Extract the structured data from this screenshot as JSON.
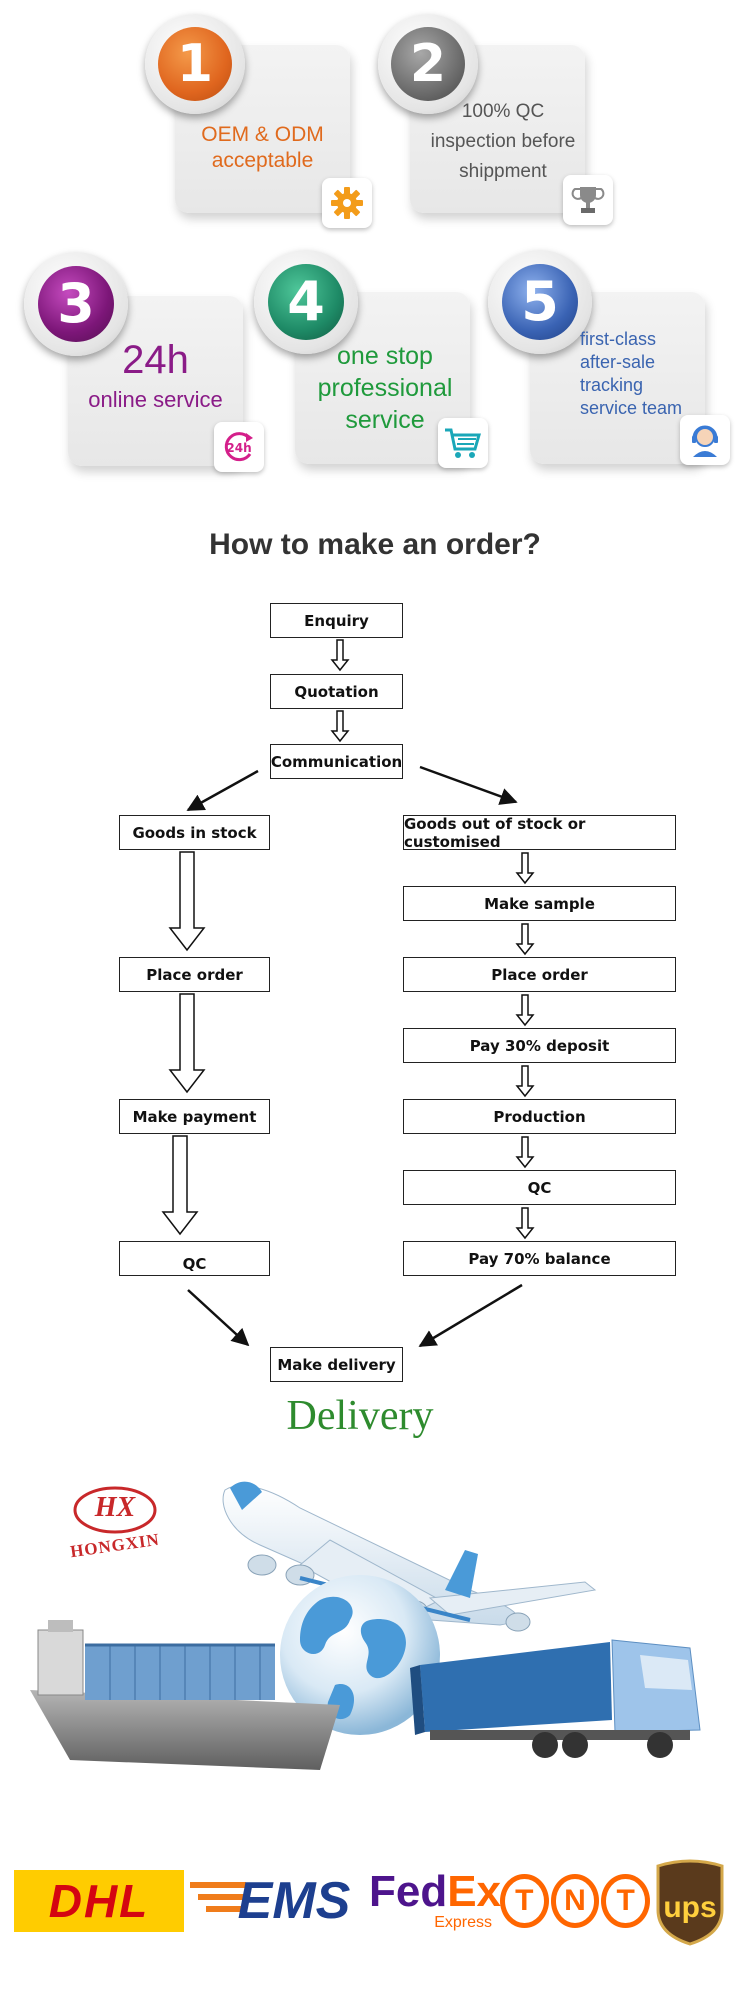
{
  "features": [
    {
      "number": "1",
      "lines": [
        "OEM & ODM",
        "acceptable"
      ],
      "icon": "gear-icon"
    },
    {
      "number": "2",
      "lines": [
        "100% QC",
        "inspection before",
        "shippment"
      ],
      "icon": "trophy-icon"
    },
    {
      "number": "3",
      "big": "24h",
      "lines": [
        "online service"
      ],
      "icon": "24h-icon"
    },
    {
      "number": "4",
      "lines": [
        "one stop",
        "professional",
        "service"
      ],
      "icon": "cart-icon"
    },
    {
      "number": "5",
      "lines": [
        "first-class",
        "after-sale",
        "tracking",
        "service team"
      ],
      "icon": "headset-icon"
    }
  ],
  "flow": {
    "title": "How to make an order?",
    "enquiry": "Enquiry",
    "quotation": "Quotation",
    "communication": "Communication",
    "left": [
      "Goods in stock",
      "Place order",
      "Make payment",
      "QC"
    ],
    "right": [
      "Goods out of stock or customised",
      "Make sample",
      "Place order",
      "Pay 30% deposit",
      "Production",
      "QC",
      "Pay 70% balance"
    ],
    "final": "Make delivery"
  },
  "delivery": {
    "title": "Delivery",
    "brand_initials": "HX",
    "brand_name": "HONGXIN"
  },
  "carriers": {
    "dhl": "DHL",
    "ems": "EMS",
    "fedex_fed": "Fed",
    "fedex_ex": "Ex",
    "fedex_sub": "Express",
    "tnt": [
      "T",
      "N",
      "T"
    ],
    "ups": "ups"
  },
  "colors": {
    "badge1": "#e0661f",
    "badge2": "#6d6d6d",
    "badge3": "#7c1678",
    "badge4": "#1e8a66",
    "badge5": "#3a63b4",
    "text1": "#e06a1d",
    "text2": "#555555",
    "text3": "#8a1b87",
    "text4": "#1f9a3c",
    "text5": "#3a64b0",
    "delivery_green": "#2e8b2e",
    "dhl_yellow": "#ffcc00",
    "dhl_red": "#d40511",
    "ems_blue": "#1d3f8f",
    "fedex_purple": "#4d148c",
    "fedex_orange": "#ff6600",
    "tnt_orange": "#ff6600",
    "ups_brown": "#5a3a1c"
  }
}
